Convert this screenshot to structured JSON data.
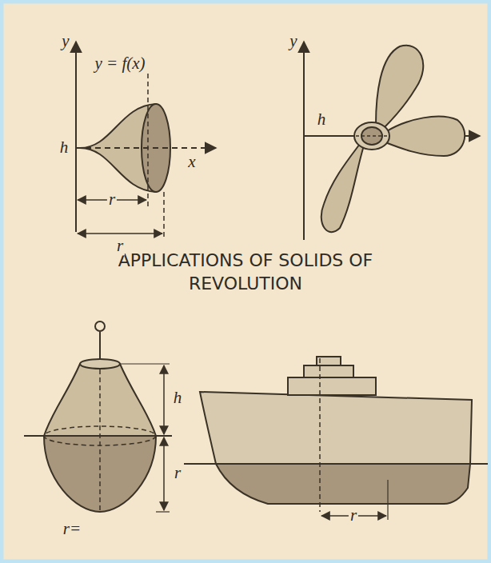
{
  "diagram": {
    "title": "APPLICATIONS OF SOLIDS OF REVOLUTION",
    "labels": [
      "y",
      "y = f(x)",
      "h",
      "x",
      "r",
      "r",
      "y",
      "h",
      "h",
      "r",
      "r=",
      "r"
    ]
  }
}
